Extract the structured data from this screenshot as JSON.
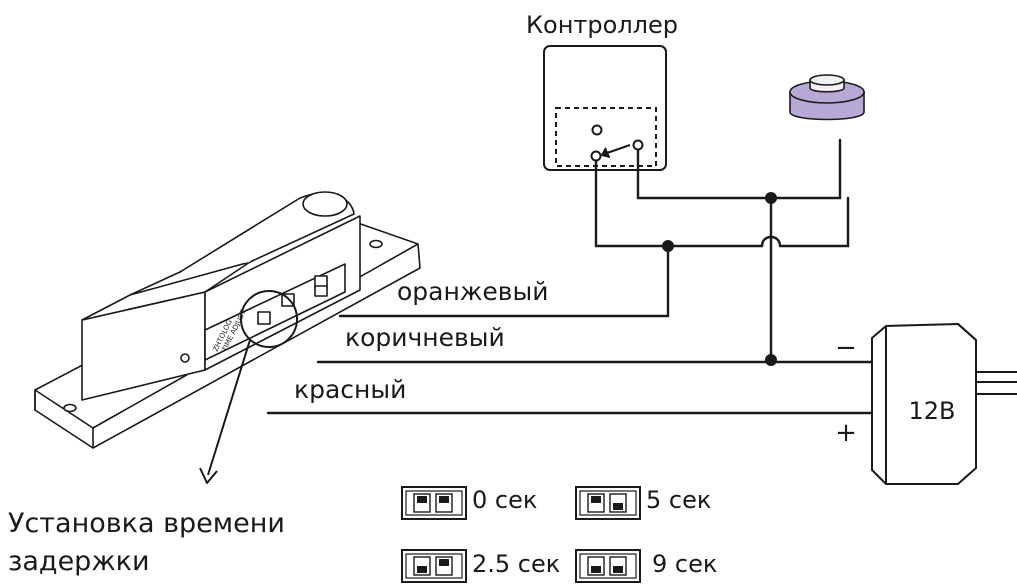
{
  "labels": {
    "controller": "Контроллер",
    "wire_orange": "оранжевый",
    "wire_brown": "коричневый",
    "wire_red": "красный",
    "psu": "12В",
    "minus": "−",
    "plus": "+",
    "delay_line1": "Установка времени",
    "delay_line2": "задержки"
  },
  "lock_markings": {
    "line1": "ZHTOLOG",
    "line2": "TIME ADJUST"
  },
  "dip_settings": [
    {
      "label": "0 сек",
      "switches": [
        "up",
        "up"
      ]
    },
    {
      "label": "5 сек",
      "switches": [
        "up",
        "down"
      ]
    },
    {
      "label": "2.5 сек",
      "switches": [
        "down",
        "up"
      ]
    },
    {
      "label": "9 сек",
      "switches": [
        "down",
        "down"
      ]
    }
  ],
  "colors": {
    "line": "#1a1a1a",
    "button_top": "#f4f1f6",
    "button_body": "#b7a9d6"
  }
}
